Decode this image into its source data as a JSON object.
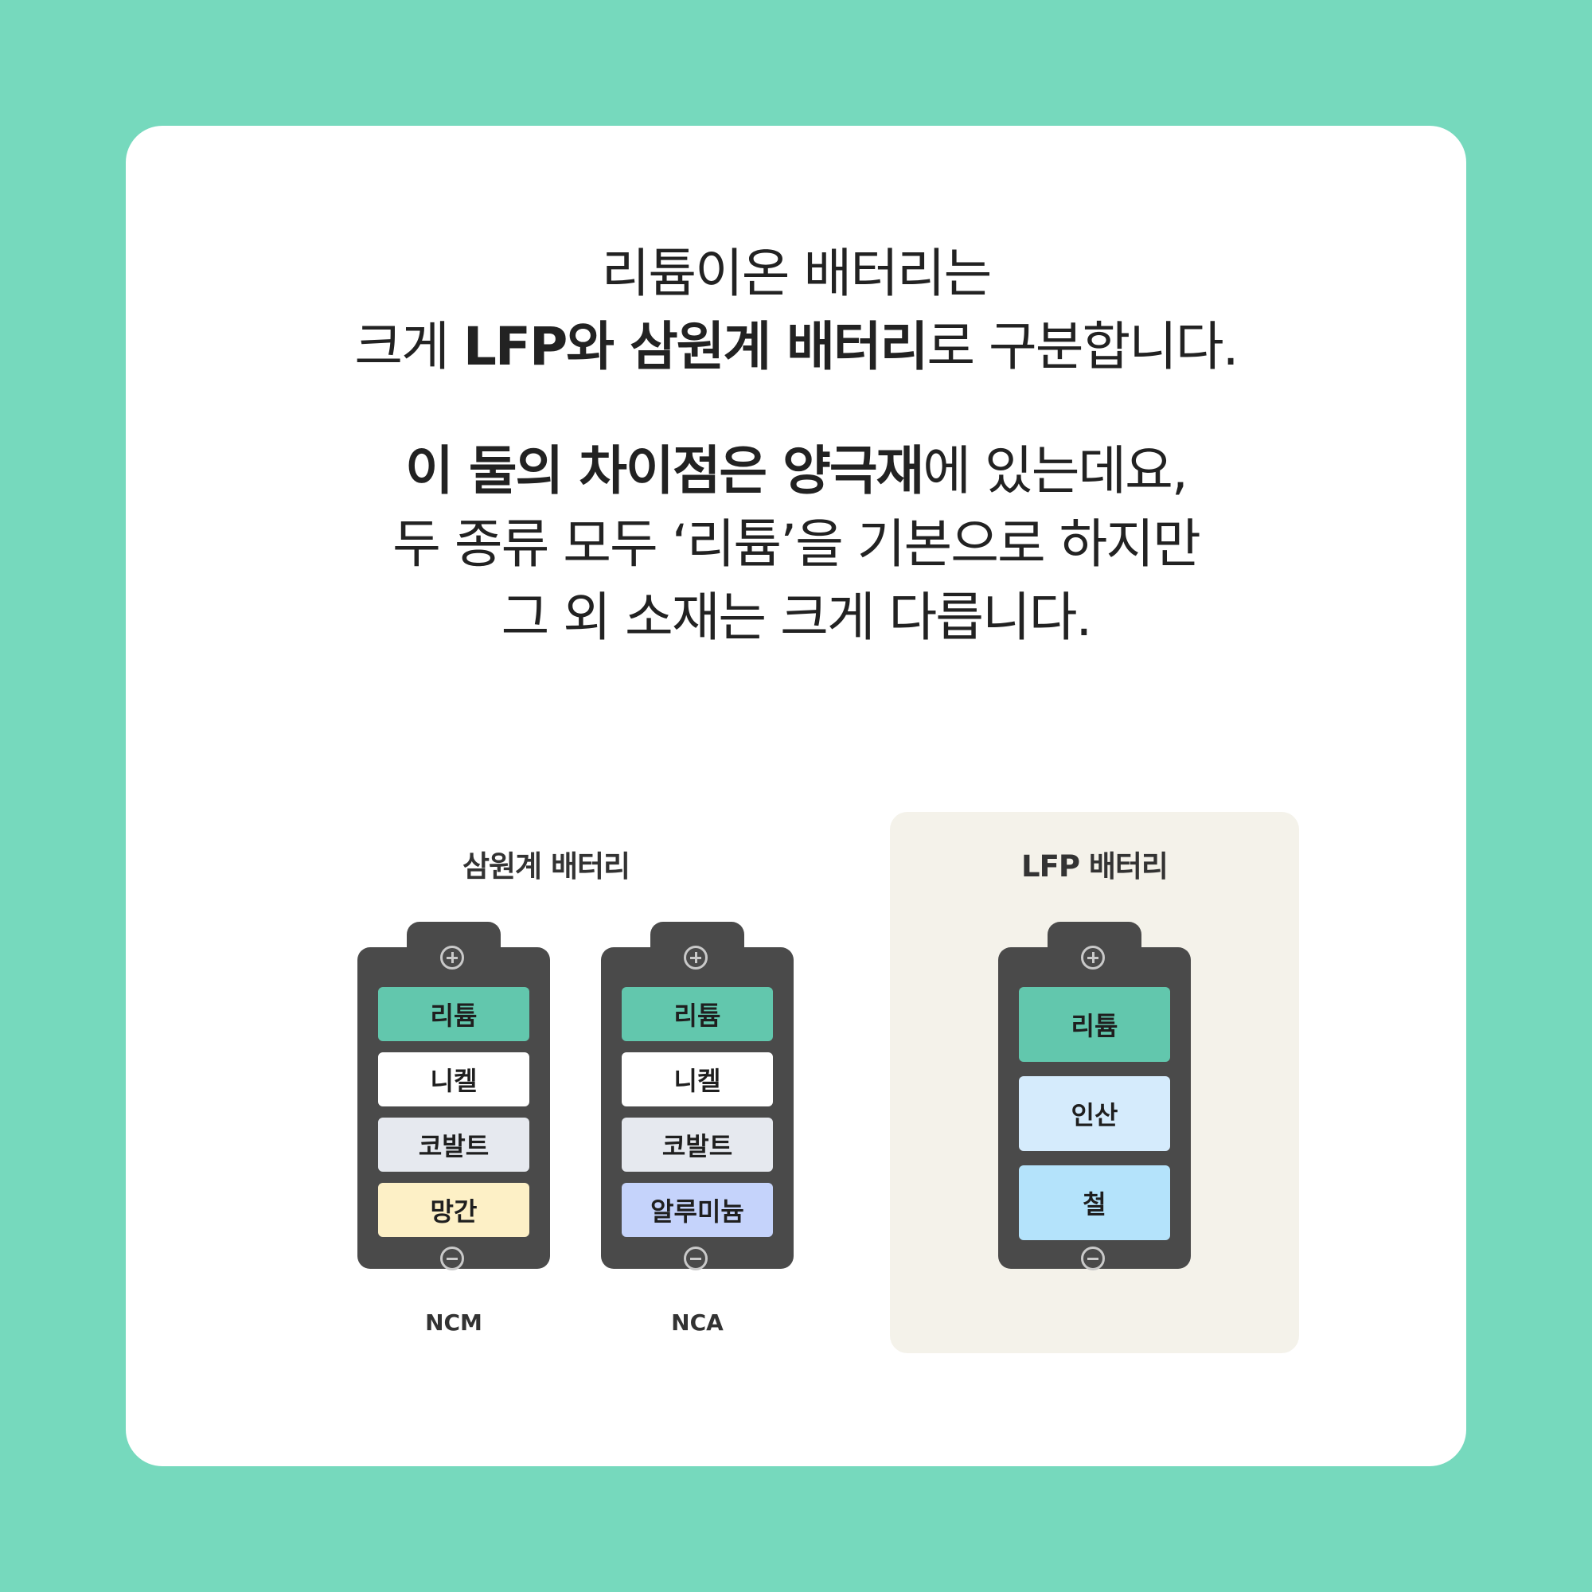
{
  "headline": {
    "line1": "리튬이온 배터리는",
    "line2_pre": "크게 ",
    "line2_b1": "LFP와 삼원계 배터리",
    "line2_post": "로 구분합니다.",
    "line3_b1": "이 둘의 차이점은 양극재",
    "line3_post": "에 있는데요,",
    "line4": "두 종류 모두 ‘리튬’을 기본으로 하지만",
    "line5": "그 외 소재는 크게 다릅니다."
  },
  "groups": {
    "ternary_title": "삼원계 배터리",
    "lfp_title": "LFP 배터리"
  },
  "batteries": [
    {
      "model": "NCM",
      "layers": [
        {
          "label": "리튬",
          "color": "#62c7ad"
        },
        {
          "label": "니켈",
          "color": "#ffffff"
        },
        {
          "label": "코발트",
          "color": "#e6e9ef"
        },
        {
          "label": "망간",
          "color": "#fdf0c6"
        }
      ]
    },
    {
      "model": "NCA",
      "layers": [
        {
          "label": "리튬",
          "color": "#62c7ad"
        },
        {
          "label": "니켈",
          "color": "#ffffff"
        },
        {
          "label": "코발트",
          "color": "#e6e9ef"
        },
        {
          "label": "알루미늄",
          "color": "#c5d3fb"
        }
      ]
    },
    {
      "model": "",
      "layers": [
        {
          "label": "리튬",
          "color": "#62c7ad"
        },
        {
          "label": "인산",
          "color": "#d5ebfc"
        },
        {
          "label": "철",
          "color": "#b4e3fb"
        }
      ]
    }
  ],
  "colors": {
    "background": "#76d9bd",
    "card": "#ffffff",
    "battery_body": "#4a4a4a",
    "lfp_panel": "#f4f2ea"
  },
  "icons": {
    "positive_terminal": "plus-circle-icon",
    "negative_terminal": "minus-circle-icon"
  }
}
